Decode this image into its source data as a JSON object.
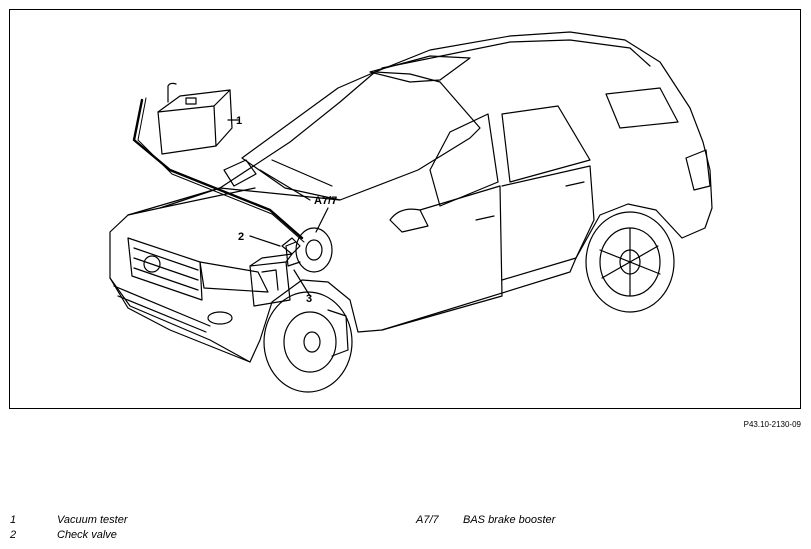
{
  "figure": {
    "callouts": {
      "c1": "1",
      "c2": "2",
      "c3": "3",
      "a77": "A7/7"
    },
    "figure_id": "P43.10-2130-09"
  },
  "legend": [
    {
      "num": "1",
      "text": "Vacuum tester"
    },
    {
      "num": "2",
      "text": "Check valve"
    },
    {
      "num": "A7/7",
      "text": "BAS brake booster"
    }
  ]
}
